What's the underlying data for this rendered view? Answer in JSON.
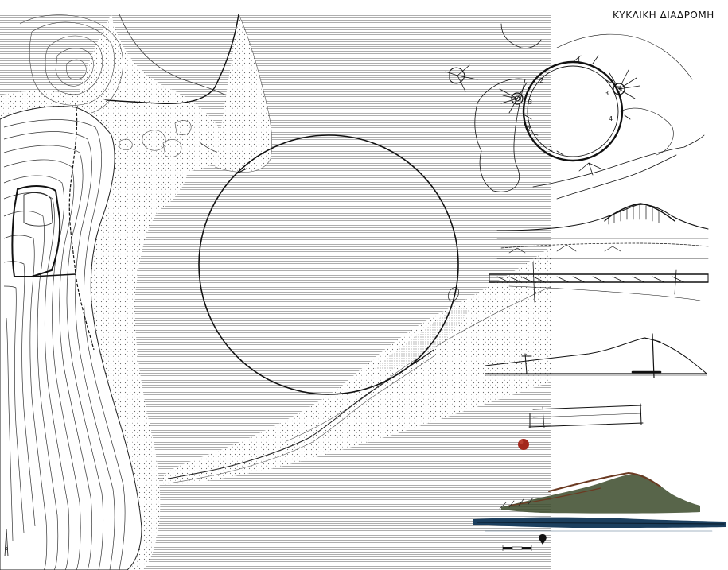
{
  "drawing": {
    "title": "ΚΥΚΛΙΚΗ ΔΙΑΔΡΟΜΗ"
  },
  "colors": {
    "ink": "#1a1a1a",
    "sea_hatch": "#8a8a8a",
    "stipple": "#777777",
    "sun": "#a3271c",
    "water_blue": "#1c3f5e",
    "terrain_green": "#3b4a2a",
    "terrain_brown": "#6b3a22"
  },
  "sketch_labels": [
    "1",
    "2",
    "3",
    "4",
    "1",
    "2",
    "3"
  ]
}
